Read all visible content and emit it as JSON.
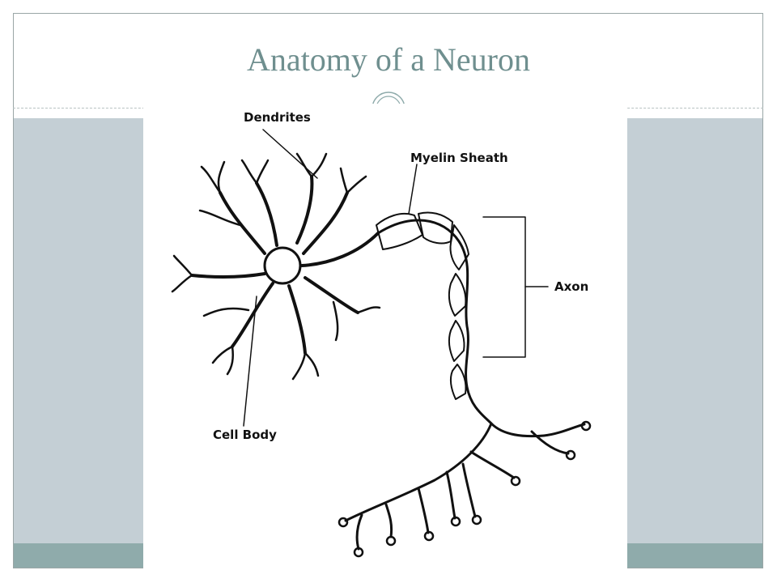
{
  "slide": {
    "title": "Anatomy of a Neuron"
  },
  "diagram": {
    "labels": {
      "dendrites": "Dendrites",
      "myelin_sheath": "Myelin Sheath",
      "axon": "Axon",
      "cell_body": "Cell Body"
    }
  },
  "colors": {
    "title": "#6f8f8f",
    "content_band": "#c4cfd5",
    "footer_band": "#8fabab",
    "ink": "#111111"
  }
}
